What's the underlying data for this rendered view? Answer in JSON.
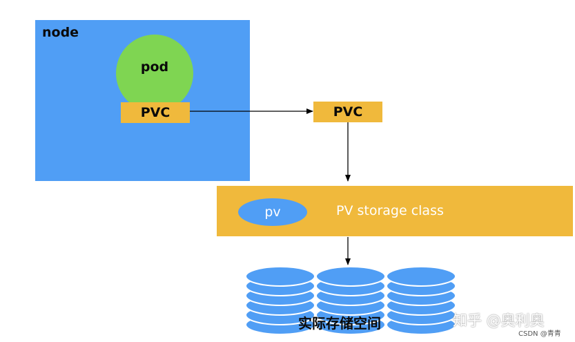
{
  "node": {
    "label": "node"
  },
  "pod": {
    "label": "pod"
  },
  "pvc_inner": {
    "label": "PVC"
  },
  "pvc_outer": {
    "label": "PVC"
  },
  "storage_class": {
    "pv_label": "pv",
    "label": "PV storage class"
  },
  "storage": {
    "label": "实际存储空间"
  },
  "watermarks": {
    "zhihu": "知乎 @奥利奥",
    "csdn": "CSDN @青青"
  },
  "colors": {
    "node_blue": "#509ef5",
    "pod_green": "#7fd552",
    "pvc_yellow": "#f0b93c",
    "disk_blue": "#509ef5"
  }
}
